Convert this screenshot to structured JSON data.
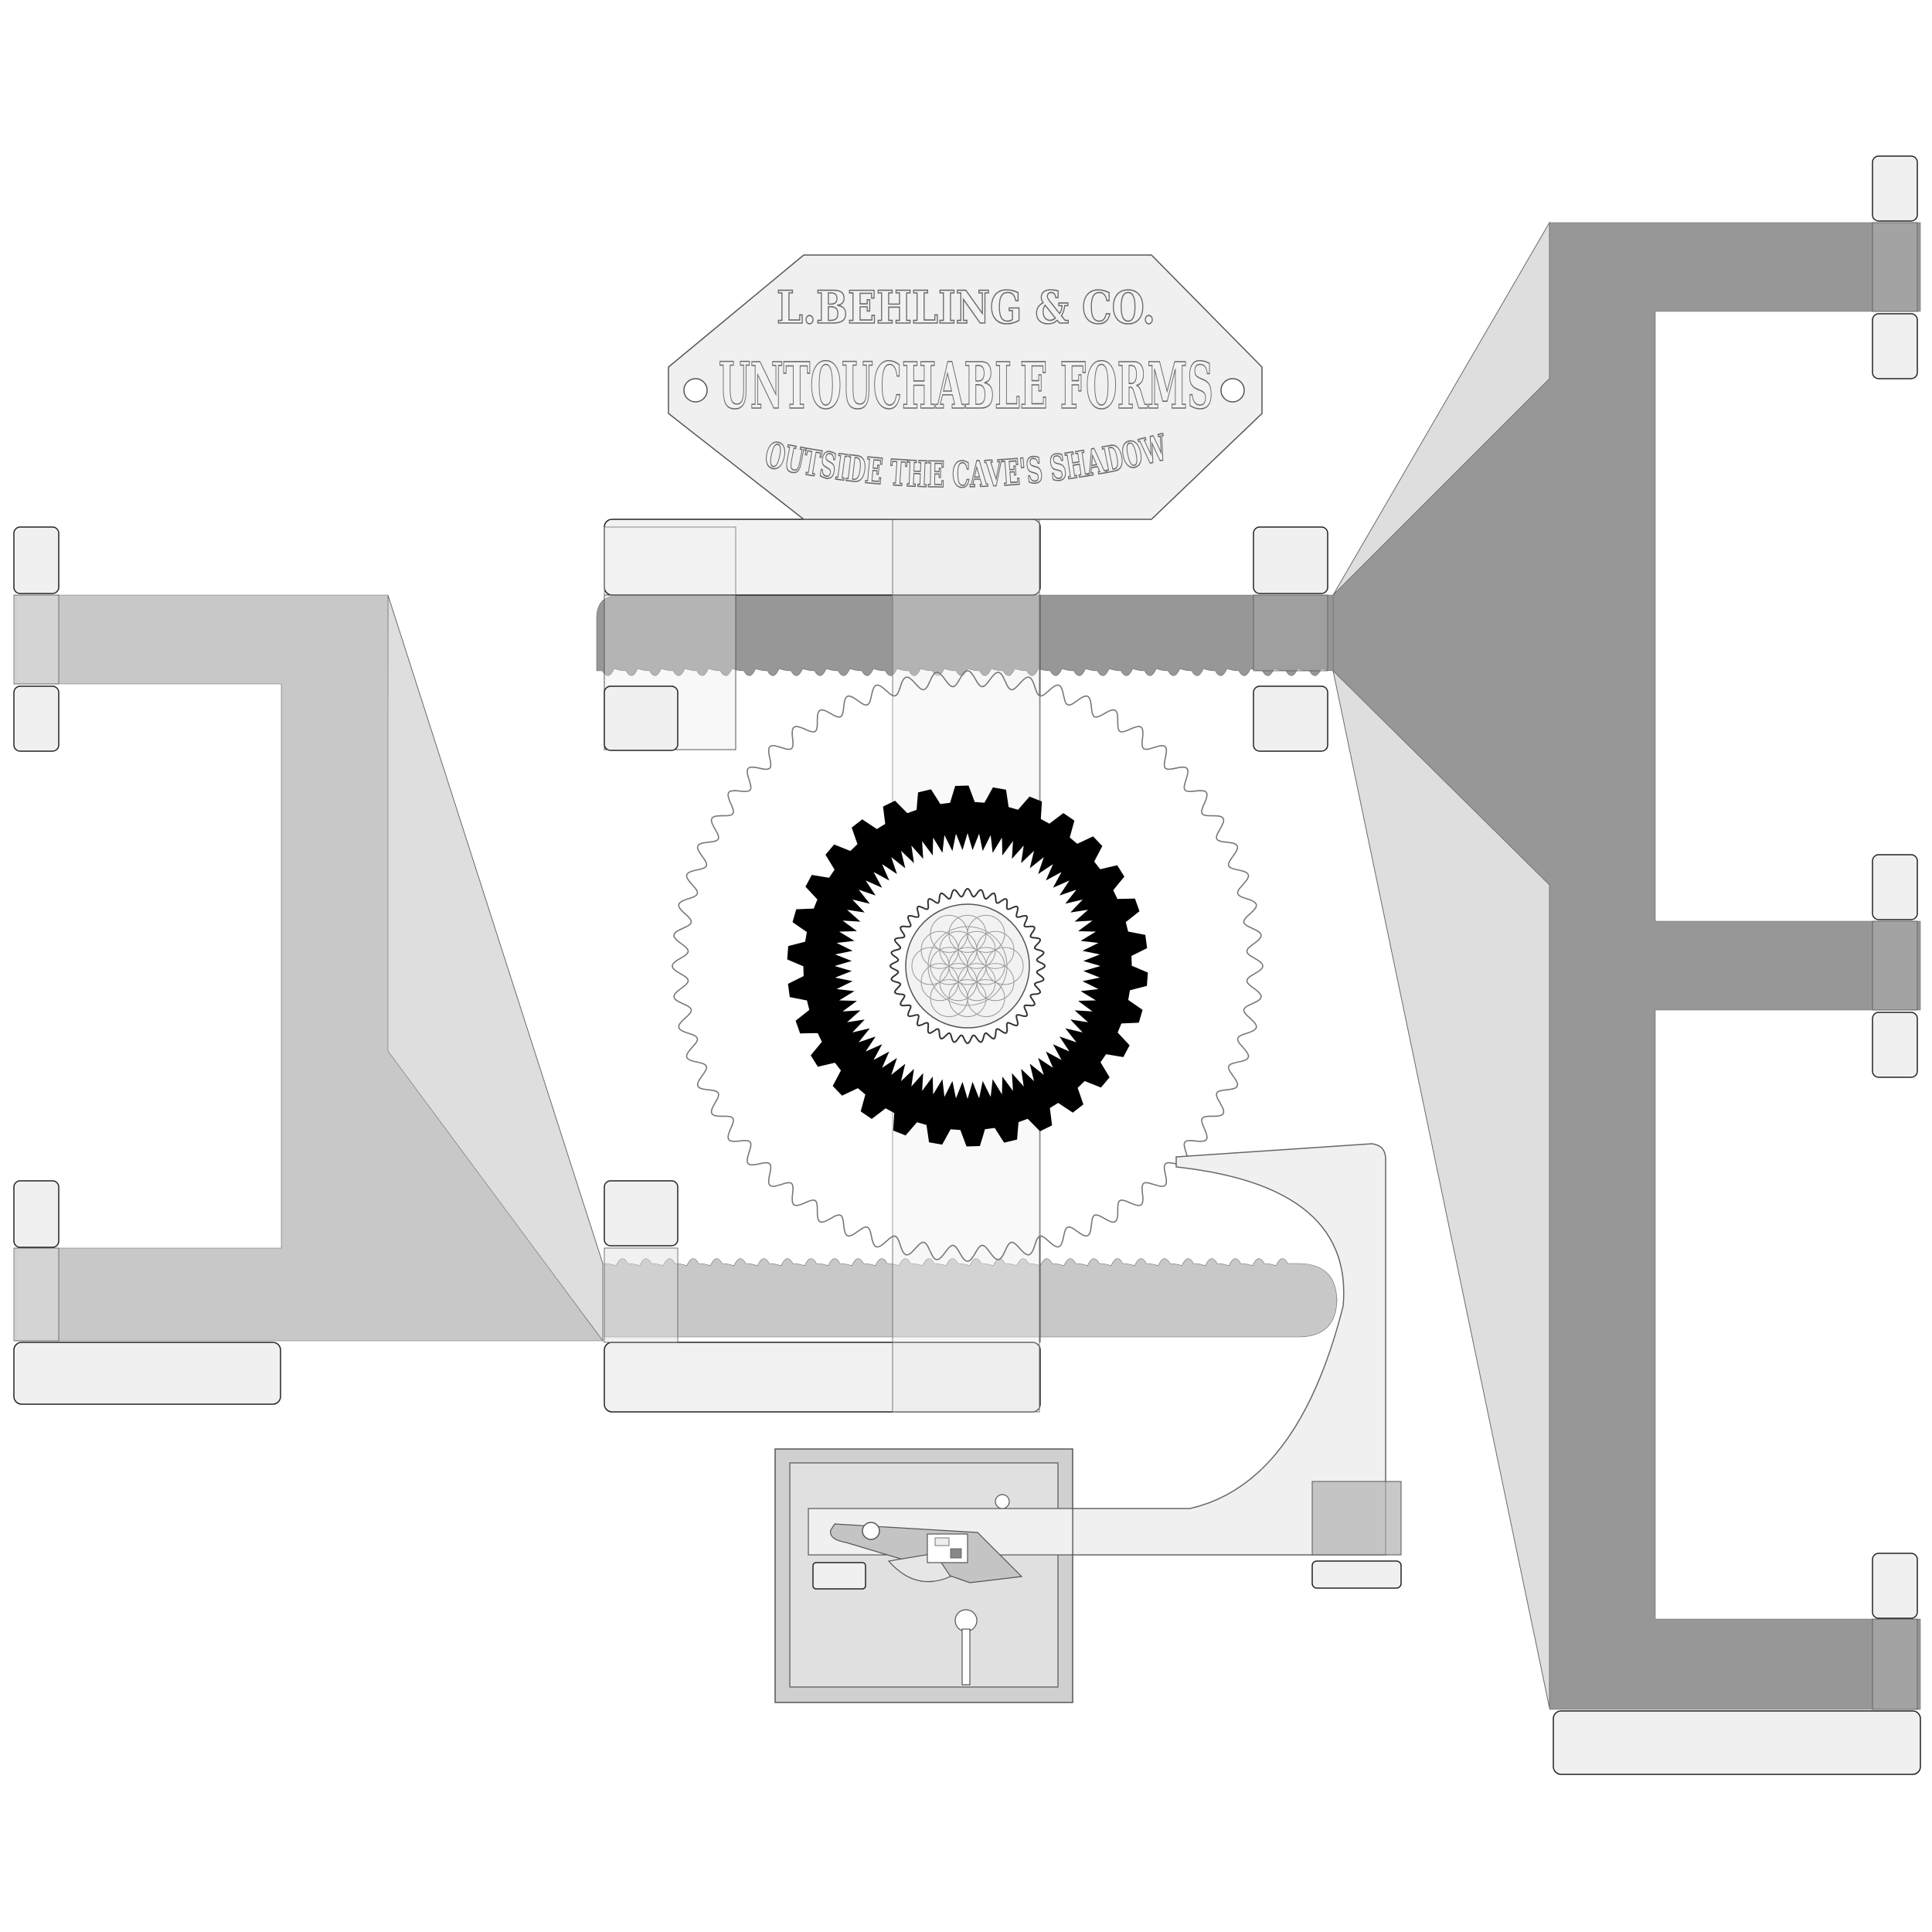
{
  "plate": {
    "line1": "L.BEHLING & CO.",
    "line2": "UNTOUCHABLE FORMS",
    "line3": "OUTSIDE THE CAVE'S SHADOW"
  },
  "colors": {
    "background": "#ffffff",
    "light_frame": "#c8c8c8",
    "light_frame_shadow": "#dedede",
    "dark_frame": "#979797",
    "dark_frame_shadow": "#dedede",
    "clamp": "#f0f0f0",
    "gear": "#000000",
    "lock_outer": "#d0d0d0",
    "lock_inner": "#e0e0e0"
  },
  "icons": {
    "center": "flower-of-life-icon",
    "main_gear": "gear-icon",
    "lock": "keyhole-icon"
  }
}
